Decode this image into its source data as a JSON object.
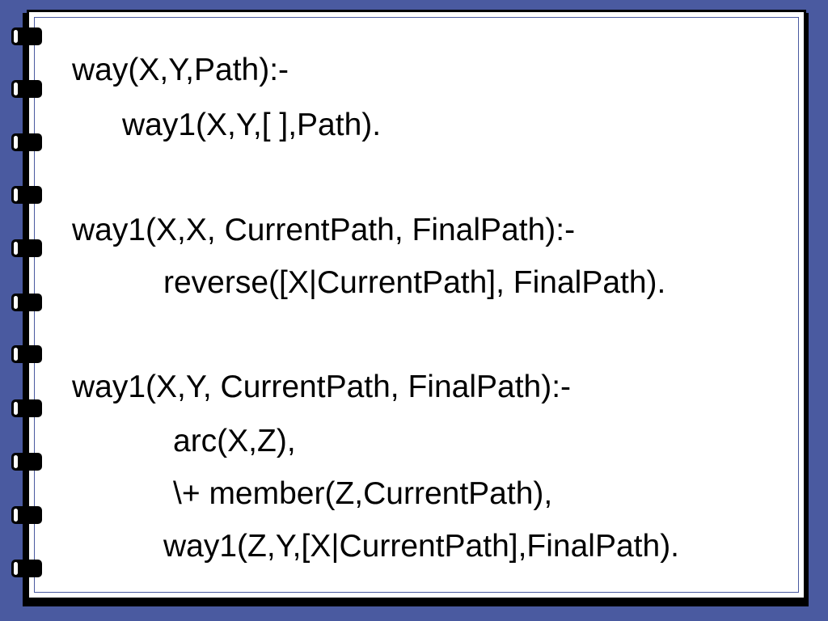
{
  "slide": {
    "lines": [
      "way(X,Y,Path):-",
      "way1(X,Y,[ ],Path).",
      "way1(X,X, CurrentPath, FinalPath):-",
      "reverse([X|CurrentPath], FinalPath).",
      "way1(X,Y, CurrentPath, FinalPath):-",
      "arc(X,Z),",
      "\\+ member(Z,CurrentPath),",
      "way1(Z,Y,[X|CurrentPath],FinalPath)."
    ]
  },
  "colors": {
    "background": "#4a5aa0",
    "page": "#ffffff",
    "text": "#000000"
  },
  "decorations": {
    "binder_rings": 11,
    "icon": "spiral-binding-ring-icon"
  }
}
